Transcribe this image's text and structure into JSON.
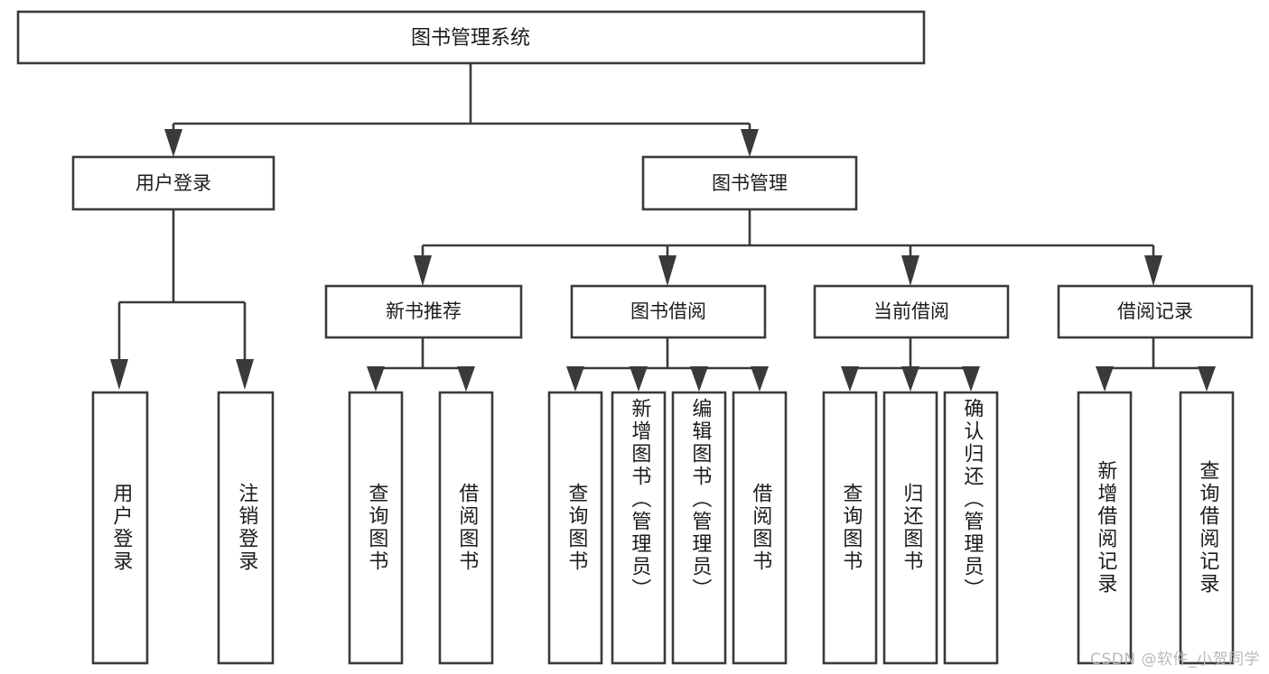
{
  "diagram": {
    "type": "tree",
    "title": "图书管理系统",
    "root": {
      "id": "root",
      "label": "图书管理系统"
    },
    "level2": [
      {
        "id": "user-login",
        "label": "用户登录"
      },
      {
        "id": "book-manage",
        "label": "图书管理"
      }
    ],
    "level3": [
      {
        "id": "new-book-recommend",
        "label": "新书推荐",
        "parent": "book-manage"
      },
      {
        "id": "book-borrow",
        "label": "图书借阅",
        "parent": "book-manage"
      },
      {
        "id": "current-borrow",
        "label": "当前借阅",
        "parent": "book-manage"
      },
      {
        "id": "borrow-record",
        "label": "借阅记录",
        "parent": "book-manage"
      }
    ],
    "leaves": [
      {
        "id": "leaf-user-login",
        "label": "用户登录",
        "parent": "user-login"
      },
      {
        "id": "leaf-logout",
        "label": "注销登录",
        "parent": "user-login"
      },
      {
        "id": "leaf-query-book-1",
        "label": "查询图书",
        "parent": "new-book-recommend"
      },
      {
        "id": "leaf-borrow-book-1",
        "label": "借阅图书",
        "parent": "new-book-recommend"
      },
      {
        "id": "leaf-query-book-2",
        "label": "查询图书",
        "parent": "book-borrow"
      },
      {
        "id": "leaf-add-book",
        "label": "新增图书（管理员）",
        "parent": "book-borrow"
      },
      {
        "id": "leaf-edit-book",
        "label": "编辑图书（管理员）",
        "parent": "book-borrow"
      },
      {
        "id": "leaf-borrow-book-2",
        "label": "借阅图书",
        "parent": "book-borrow"
      },
      {
        "id": "leaf-query-book-3",
        "label": "查询图书",
        "parent": "current-borrow"
      },
      {
        "id": "leaf-return-book",
        "label": "归还图书",
        "parent": "current-borrow"
      },
      {
        "id": "leaf-confirm-return",
        "label": "确认归还（管理员）",
        "parent": "current-borrow"
      },
      {
        "id": "leaf-add-record",
        "label": "新增借阅记录",
        "parent": "borrow-record"
      },
      {
        "id": "leaf-query-record",
        "label": "查询借阅记录",
        "parent": "borrow-record"
      }
    ],
    "colors": {
      "stroke": "#3a3a3a",
      "fill": "#ffffff",
      "text": "#1c1c1c",
      "watermark": "#b9b9b9"
    }
  },
  "watermark": {
    "text": "CSDN @软件_小贺同学"
  }
}
